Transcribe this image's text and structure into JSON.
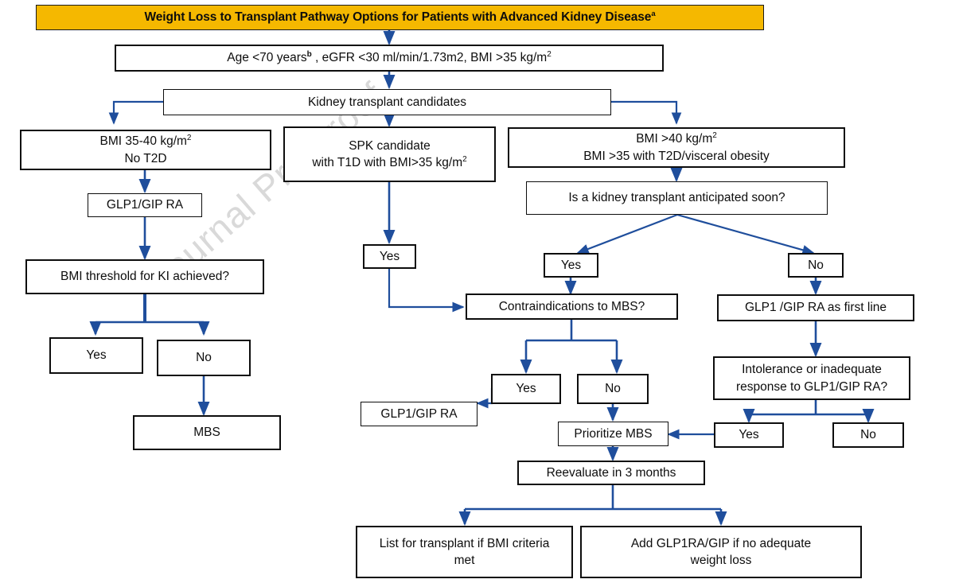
{
  "title": {
    "text": "Weight Loss to Transplant Pathway Options for Patients with Advanced Kidney Disease",
    "superscript": "a",
    "bg_color": "#F5B800",
    "border_color": "#0d0d0d"
  },
  "watermark": {
    "text": "Journal Pre-proof",
    "color": "#d9d9d9"
  },
  "theme": {
    "box_border": "#0d0d0d",
    "connector": "#1F4E9C",
    "box_fill": "#ffffff"
  },
  "nodes": {
    "criteria": {
      "line1": "Age <70 years",
      "sup": "b",
      "line2": " , eGFR <30 ml/min/1.73m2, BMI >35 kg/m",
      "sup2": "2"
    },
    "candidates": {
      "label": "Kidney transplant candidates"
    },
    "bmi35_40": {
      "line1": "BMI 35-40 kg/m",
      "sup1": "2",
      "line2": "No T2D"
    },
    "spk": {
      "line1": "SPK candidate",
      "line2": "with T1D with BMI>35 kg/m",
      "sup2": "2"
    },
    "bmi40": {
      "line1": "BMI >40 kg/m",
      "sup1": "2",
      "line2": "BMI >35 with T2D/visceral obesity"
    },
    "glp_left": {
      "label": "GLP1/GIP RA"
    },
    "anticipated": {
      "label": "Is a kidney transplant anticipated soon?"
    },
    "bmi_threshold": {
      "label": "BMI threshold for KI achieved?"
    },
    "spk_yes": {
      "label": "Yes"
    },
    "ant_yes": {
      "label": "Yes"
    },
    "ant_no": {
      "label": "No"
    },
    "thr_yes": {
      "label": "Yes"
    },
    "thr_no": {
      "label": "No"
    },
    "contra": {
      "label": "Contraindications to MBS?"
    },
    "glp_first_line": {
      "label": "GLP1 /GIP RA as first line"
    },
    "mbs": {
      "label": "MBS"
    },
    "contra_yes": {
      "label": "Yes"
    },
    "contra_no": {
      "label": "No"
    },
    "intolerance": {
      "line1": "Intolerance or inadequate",
      "line2": "response to GLP1/GIP RA?"
    },
    "glp_mid": {
      "label": "GLP1/GIP RA"
    },
    "prioritize": {
      "label": "Prioritize MBS"
    },
    "intol_yes": {
      "label": "Yes"
    },
    "intol_no": {
      "label": "No"
    },
    "reevaluate": {
      "label": "Reevaluate in 3 months"
    },
    "list_transplant": {
      "line1": "List for transplant if BMI criteria",
      "line2": "met"
    },
    "add_glp": {
      "line1": "Add GLP1RA/GIP if no adequate",
      "line2": "weight loss"
    }
  }
}
